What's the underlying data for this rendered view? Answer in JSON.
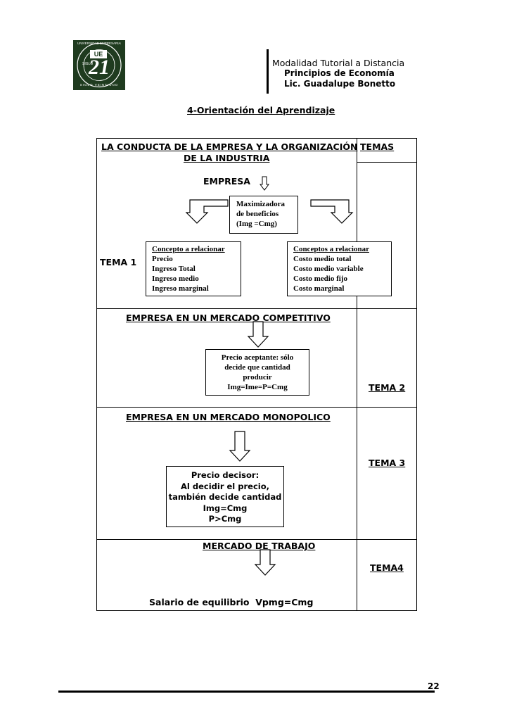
{
  "header": {
    "logo": {
      "top_text": "UNIVERSIDAD EMPRESARIAL",
      "bottom_text": "SIGLO VEINTIUNO",
      "badge": "UE",
      "number": "21",
      "small": "SIGLO"
    },
    "line1": "Modalidad Tutorial a Distancia",
    "line2": "Principios de Economía",
    "line3": "Lic. Guadalupe Bonetto"
  },
  "section_title": "4-Orientación del Aprendizaje",
  "table": {
    "heading_line1": "LA CONDUCTA DE LA EMPRESA Y LA ORGANIZACIÓN",
    "heading_line2": "DE LA INDUSTRIA",
    "temas_header": "TEMAS",
    "row1": {
      "empresa_label": "EMPRESA",
      "max_box": [
        "Maximizadora",
        "de beneficios",
        "(Img =Cmg)"
      ],
      "tema_label": "TEMA 1",
      "left_box": {
        "title": "Concepto a relacionar",
        "items": [
          "Precio",
          "Ingreso Total",
          "Ingreso medio",
          "Ingreso marginal"
        ]
      },
      "right_box": {
        "title": "Conceptos a relacionar",
        "items": [
          "Costo medio total",
          "Costo medio variable",
          "Costo medio fijo",
          "Costo marginal"
        ]
      }
    },
    "row2": {
      "heading": "EMPRESA EN UN MERCADO COMPETITIVO",
      "box": [
        "Precio aceptante: sólo",
        "decide que cantidad",
        "producir",
        "Img=Ime=P=Cmg"
      ],
      "tema_label": "TEMA 2"
    },
    "row3": {
      "heading": "EMPRESA EN UN MERCADO MONOPOLICO",
      "box": [
        "Precio decisor:",
        "Al decidir el precio,",
        "también decide cantidad",
        "Img=Cmg",
        "P>Cmg"
      ],
      "tema_label": "TEMA 3"
    },
    "row4": {
      "heading": "MERCADO DE TRABAJO",
      "tema_label": "TEMA4",
      "footer": "Salario de equilibrio  Vpmg=Cmg"
    }
  },
  "page_number": "22"
}
